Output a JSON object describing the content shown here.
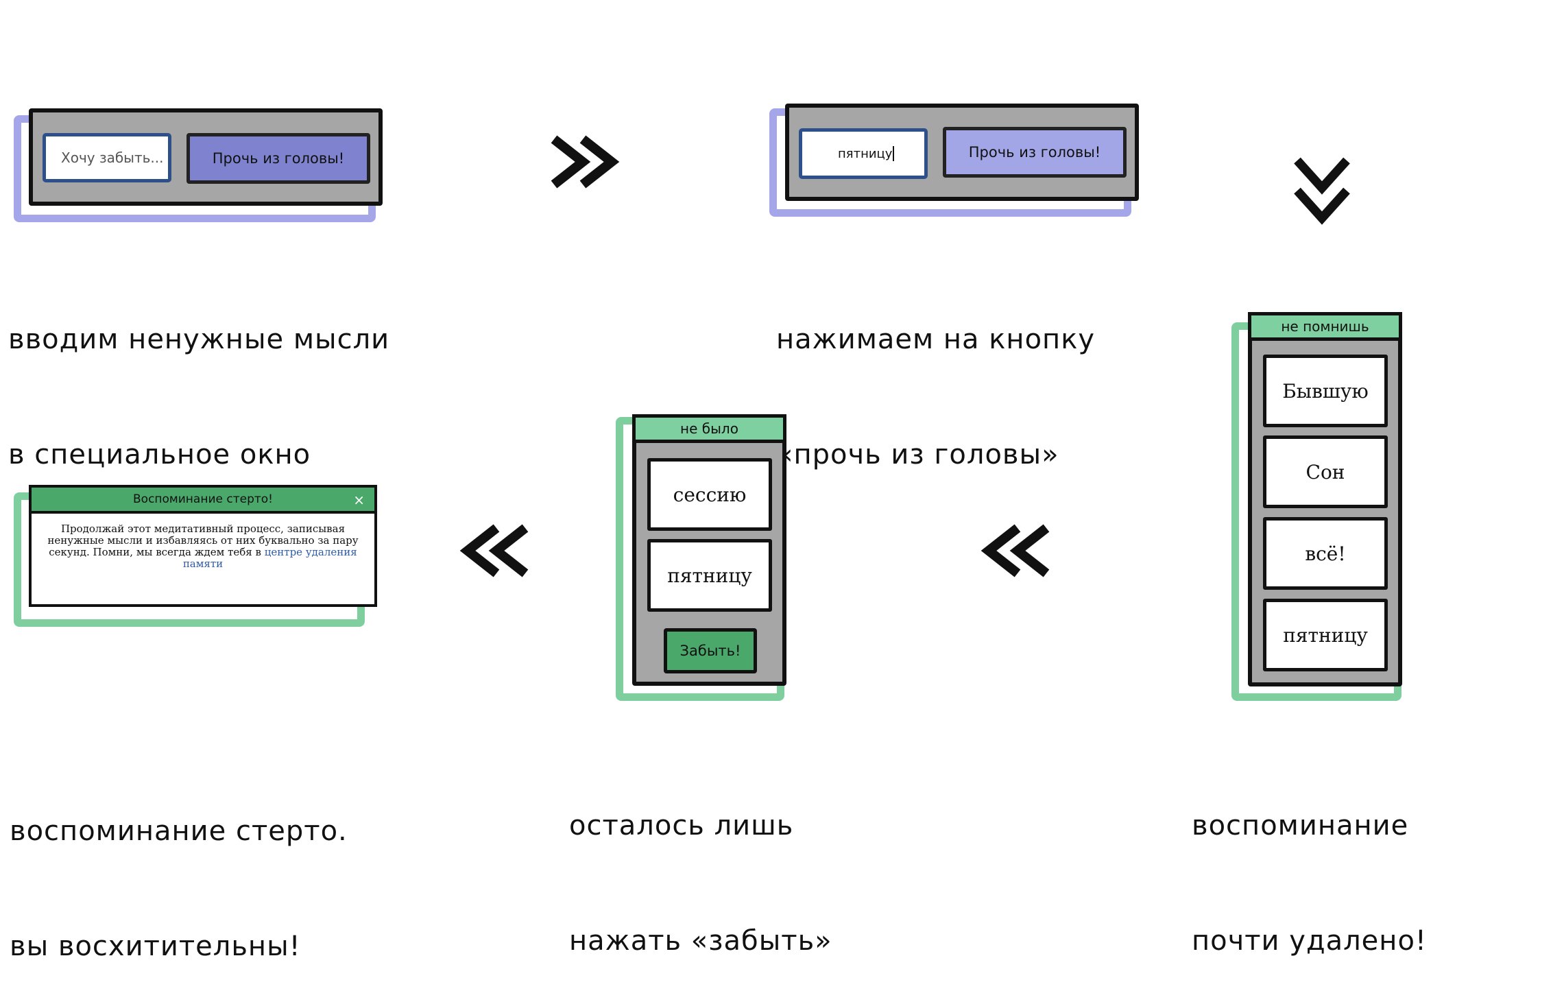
{
  "step1": {
    "input_placeholder": "Хочу забыть...",
    "button_label": "Прочь из головы!",
    "caption_line1": "вводим ненужные мысли",
    "caption_line2": "в специальное окно"
  },
  "step2": {
    "input_value": "пятницу",
    "button_label": "Прочь из головы!",
    "caption_line1": "нажимаем на кнопку",
    "caption_line2": "«прочь из головы»"
  },
  "step3": {
    "header": "не помнишь",
    "items": [
      "Бывшую",
      "Сон",
      "всё!",
      "пятницу"
    ],
    "caption_line1": "воспоминание",
    "caption_line2": "почти удалено!"
  },
  "step4": {
    "header": "не было",
    "items": [
      "сессию",
      "пятницу"
    ],
    "forget_button": "Забыть!",
    "caption_line1": "осталось лишь",
    "caption_line2": "нажать «забыть»"
  },
  "step5": {
    "dialog_title": "Воспоминание стерто!",
    "close_symbol": "×",
    "message_line1": "Продолжай этот медитативный процесс, записывая",
    "message_line2": "ненужные мысли и избавляясь от них буквально за пару",
    "message_line3": "секунд. Помни, мы всегда ждем тебя в",
    "message_link1": "центре удаления",
    "message_link2": "памяти",
    "caption_line1": "воспоминание стерто.",
    "caption_line2": "вы восхитительны!"
  },
  "colors": {
    "purple_button_1": "#7f83cf",
    "purple_button_2": "#a3a6e6",
    "purple_shadow": "#a5a6ea",
    "green_header": "#7fd0a0",
    "green_shadow": "#7fcf9e",
    "green_button": "#4aa86b",
    "dialog_title_bar": "#4aa86b",
    "link": "#2d5aa8",
    "frame_gray": "#a6a6a6"
  },
  "icons": {
    "arrow_right": "double-chevron-right-icon",
    "arrow_down": "double-chevron-down-icon",
    "arrow_left": "double-chevron-left-icon",
    "close": "close-icon"
  }
}
